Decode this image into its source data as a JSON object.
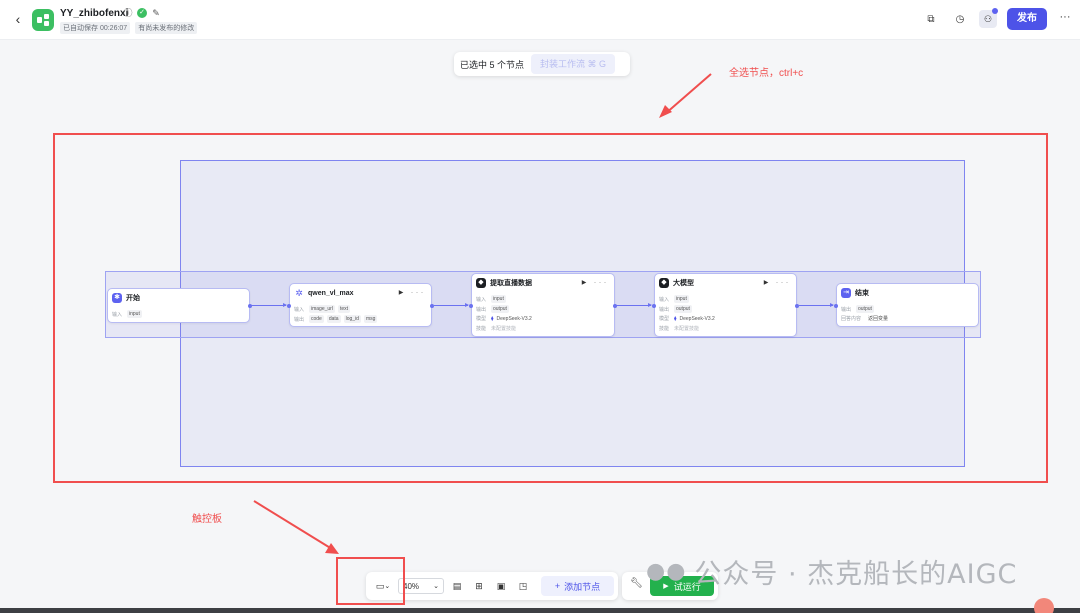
{
  "header": {
    "back_icon": "chevron-left-icon",
    "title": "YY_zhibofenxi",
    "autosave": "已自动保存 00:26:07",
    "unpublished": "有尚未发布的修改",
    "publish_label": "发布",
    "more_label": "···",
    "brand_color": "#4d53e8"
  },
  "selection_bar": {
    "count_label": "已选中 5 个节点",
    "wrap_label": "封装工作流 ⌘ G"
  },
  "annotations": {
    "select_all": "全选节点，ctrl+c",
    "touchpad": "触控板",
    "color": "#f04e4e"
  },
  "nodes": {
    "start": {
      "title": "开始",
      "in_label": "输入",
      "in_value": "input"
    },
    "qwen": {
      "title": "qwen_vl_max",
      "in_label": "输入",
      "in_values": [
        "image_url",
        "text"
      ],
      "out_label": "输出",
      "out_values": [
        "code",
        "data",
        "log_id",
        "msg"
      ]
    },
    "extract": {
      "title": "提取直播数据",
      "in_label": "输入",
      "in_value": "input",
      "out_label": "输出",
      "out_value": "output",
      "model_label": "模型",
      "model_value": "DeepSeek-V3.2",
      "skill_label": "技能",
      "skill_value": "未配置技能"
    },
    "llm": {
      "title": "大模型",
      "in_label": "输入",
      "in_value": "input",
      "out_label": "输出",
      "out_value": "output",
      "model_label": "模型",
      "model_value": "DeepSeek-V3.2",
      "skill_label": "技能",
      "skill_value": "未配置技能"
    },
    "end": {
      "title": "结束",
      "out_label": "输出",
      "out_value": "output",
      "mode_label": "回答内容",
      "mode_value": "返回变量"
    }
  },
  "toolbar": {
    "zoom": "40%",
    "add_node_label": "添加节点",
    "run_label": "试运行"
  },
  "watermark": "公众号 · 杰克船长的AIGC"
}
